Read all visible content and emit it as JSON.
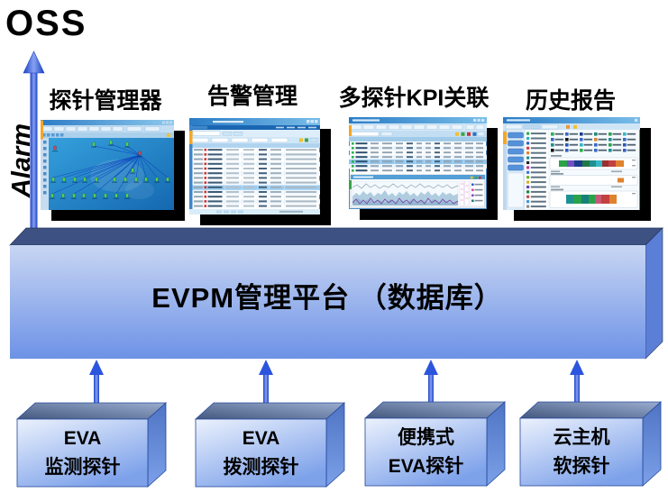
{
  "diagram": {
    "oss_label": "OSS",
    "alarm_label": "Alarm",
    "platform_label": "EVPM管理平台 （数据库）"
  },
  "modules": [
    {
      "id": "probe-manager",
      "label": "探针管理器",
      "thumbnail": "probe-manager-topology-screenshot"
    },
    {
      "id": "alarm-management",
      "label": "告警管理",
      "thumbnail": "alarm-list-table-screenshot"
    },
    {
      "id": "multi-probe-kpi",
      "label": "多探针KPI关联",
      "thumbnail": "kpi-table-and-trend-chart-screenshot"
    },
    {
      "id": "history-report",
      "label": "历史报告",
      "thumbnail": "history-report-stacked-bars-screenshot"
    }
  ],
  "probes": [
    {
      "id": "eva-monitor",
      "line1": "EVA",
      "line2": "监测探针"
    },
    {
      "id": "eva-dial-test",
      "line1": "EVA",
      "line2": "拨测探针"
    },
    {
      "id": "portable-eva",
      "line1": "便携式",
      "line2": "EVA探针"
    },
    {
      "id": "cloud-host-soft",
      "line1": "云主机",
      "line2": "软探针"
    }
  ],
  "colors": {
    "arrow_blue": "#2b55dc",
    "platform_top_face": "#3d5282",
    "platform_side_face": "#5b7ed6",
    "platform_front_gradient_top": "#c8d6f3",
    "platform_front_gradient_bottom": "#6d92e6",
    "box_front_gradient_top": "#ecf2fd",
    "box_front_gradient_bottom": "#7ea2ea",
    "box_top_face_dark": "#44587f",
    "box_top_face_light": "#9aadd0",
    "thumbnail_shadow": "#000000",
    "window_chrome_blue": "#2a7cc6",
    "table_highlight_row": "#9ccdf0",
    "alarm_icon_red": "#cf3232",
    "topology_node_green": "#57d44f",
    "orange_side_tab": "#f5a623"
  }
}
